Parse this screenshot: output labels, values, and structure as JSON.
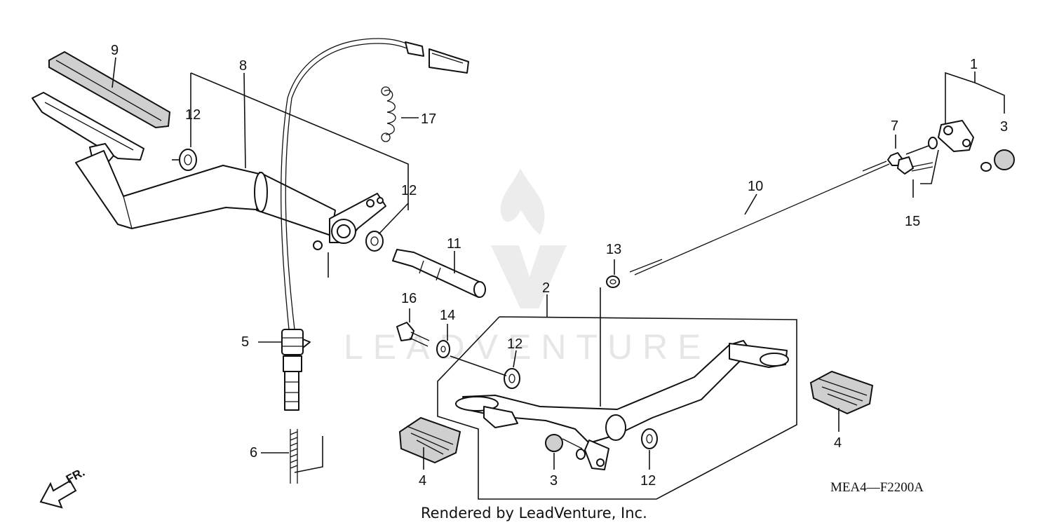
{
  "diagram": {
    "callouts": [
      {
        "id": "c1",
        "text": "1"
      },
      {
        "id": "c2",
        "text": "2"
      },
      {
        "id": "c3a",
        "text": "3"
      },
      {
        "id": "c3b",
        "text": "3"
      },
      {
        "id": "c4a",
        "text": "4"
      },
      {
        "id": "c4b",
        "text": "4"
      },
      {
        "id": "c5",
        "text": "5"
      },
      {
        "id": "c6",
        "text": "6"
      },
      {
        "id": "c7",
        "text": "7"
      },
      {
        "id": "c8",
        "text": "8"
      },
      {
        "id": "c9",
        "text": "9"
      },
      {
        "id": "c10",
        "text": "10"
      },
      {
        "id": "c11",
        "text": "11"
      },
      {
        "id": "c12a",
        "text": "12"
      },
      {
        "id": "c12b",
        "text": "12"
      },
      {
        "id": "c12c",
        "text": "12"
      },
      {
        "id": "c12d",
        "text": "12"
      },
      {
        "id": "c13",
        "text": "13"
      },
      {
        "id": "c14",
        "text": "14"
      },
      {
        "id": "c15",
        "text": "15"
      },
      {
        "id": "c16",
        "text": "16"
      },
      {
        "id": "c17",
        "text": "17"
      }
    ],
    "diagram_code": "MEA4—F2200A",
    "direction_label": "FR.",
    "credit": "Rendered by LeadVenture, Inc.",
    "watermark": "LEADVENTURE"
  }
}
